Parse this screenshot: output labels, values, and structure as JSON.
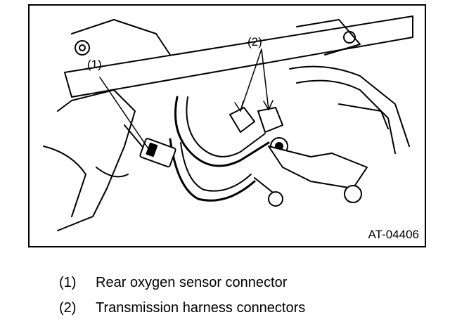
{
  "figure": {
    "callouts": [
      {
        "label": "(1)"
      },
      {
        "label": "(2)"
      }
    ],
    "figure_code": "AT-04406"
  },
  "legend": [
    {
      "num": "(1)",
      "text": "Rear oxygen sensor connector"
    },
    {
      "num": "(2)",
      "text": "Transmission harness connectors"
    }
  ]
}
